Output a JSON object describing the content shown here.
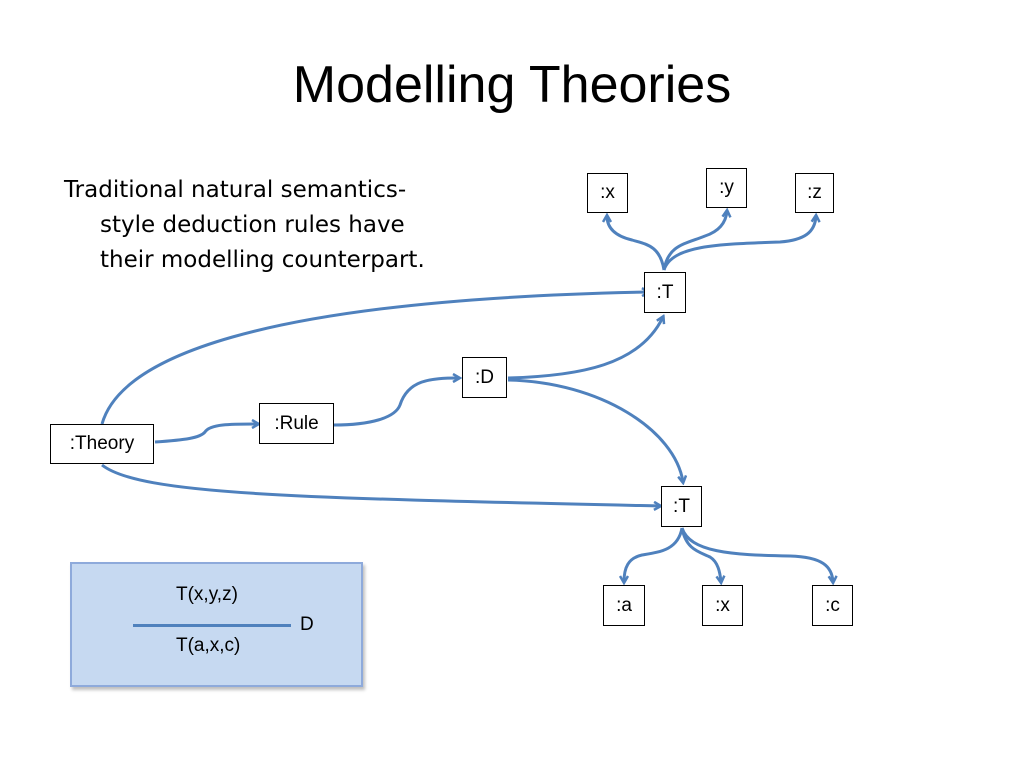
{
  "slide": {
    "title": "Modelling Theories",
    "bullet": {
      "lines": [
        "Traditional natural semantics-",
        "style deduction rules have",
        "their modelling counterpart."
      ]
    }
  },
  "diagram": {
    "nodes": {
      "theory": ":Theory",
      "rule": ":Rule",
      "d": ":D",
      "t_top": ":T",
      "x_top": ":x",
      "y_top": ":y",
      "z_top": ":z",
      "t_bottom": ":T",
      "a_bottom": ":a",
      "x_bottom": ":x",
      "c_bottom": ":c"
    },
    "edge_color": "#4f81bd"
  },
  "rule_box": {
    "premise": "T(x,y,z)",
    "conclusion": "T(a,x,c)",
    "name": "D",
    "fill_color": "#c6d9f1"
  }
}
